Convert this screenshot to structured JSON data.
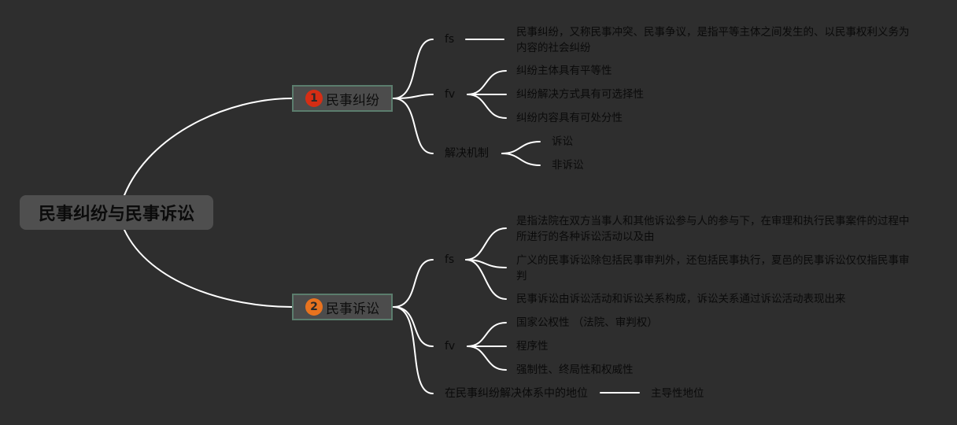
{
  "root": {
    "label": "民事纠纷与民事诉讼"
  },
  "colors": {
    "background": "#2e2e2e",
    "line": "#ffffff",
    "badge1": "#d62d14",
    "badge2": "#e8731f"
  },
  "topics": [
    {
      "badge": "1",
      "label": "民事纠纷",
      "children": [
        {
          "label": "fs",
          "items": [
            "民事纠纷，又称民事冲突、民事争议，是指平等主体之间发生的、以民事权利义务为内容的社会纠纷"
          ]
        },
        {
          "label": "fv",
          "items": [
            "纠纷主体具有平等性",
            "纠纷解决方式具有可选择性",
            "纠纷内容具有可处分性"
          ]
        },
        {
          "label": "解决机制",
          "items": [
            "诉讼",
            "非诉讼"
          ]
        }
      ]
    },
    {
      "badge": "2",
      "label": "民事诉讼",
      "children": [
        {
          "label": "fs",
          "items": [
            "是指法院在双方当事人和其他诉讼参与人的参与下，在审理和执行民事案件的过程中所进行的各种诉讼活动以及由",
            "广义的民事诉讼除包括民事审判外，还包括民事执行，夏邑的民事诉讼仅仅指民事审判",
            "民事诉讼由诉讼活动和诉讼关系构成，诉讼关系通过诉讼活动表现出来"
          ]
        },
        {
          "label": "fv",
          "items": [
            "国家公权性 （法院、审判权）",
            "程序性",
            "强制性、终局性和权威性"
          ]
        },
        {
          "label": "在民事纠纷解决体系中的地位",
          "items": [
            "主导性地位"
          ]
        }
      ]
    }
  ]
}
